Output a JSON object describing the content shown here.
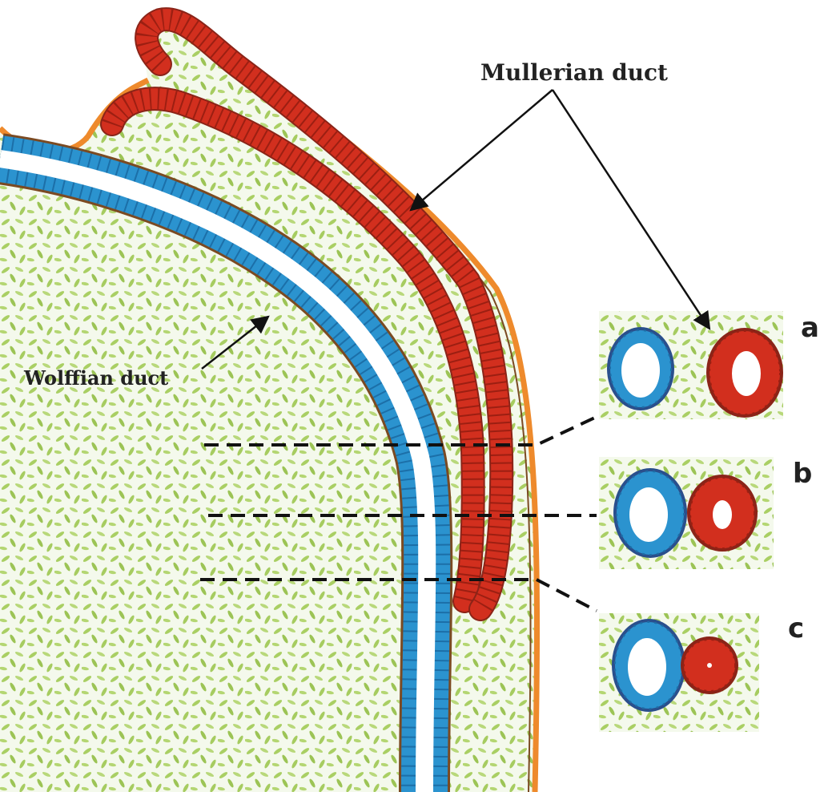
{
  "labels": {
    "mullerian": "Mullerian duct",
    "wolffian": "Wolffian duct"
  },
  "panels": [
    {
      "letter": "a"
    },
    {
      "letter": "b"
    },
    {
      "letter": "c"
    }
  ],
  "colors": {
    "stroma": "#9cc455",
    "stroma_light": "#d9ebb7",
    "mullerian": "#d22f1e",
    "mullerian_dark": "#8a2418",
    "wolffian": "#2b93cf",
    "wolffian_dark": "#2a4f8c",
    "coelom": "#ee8a2c",
    "border": "#7b4a22"
  }
}
